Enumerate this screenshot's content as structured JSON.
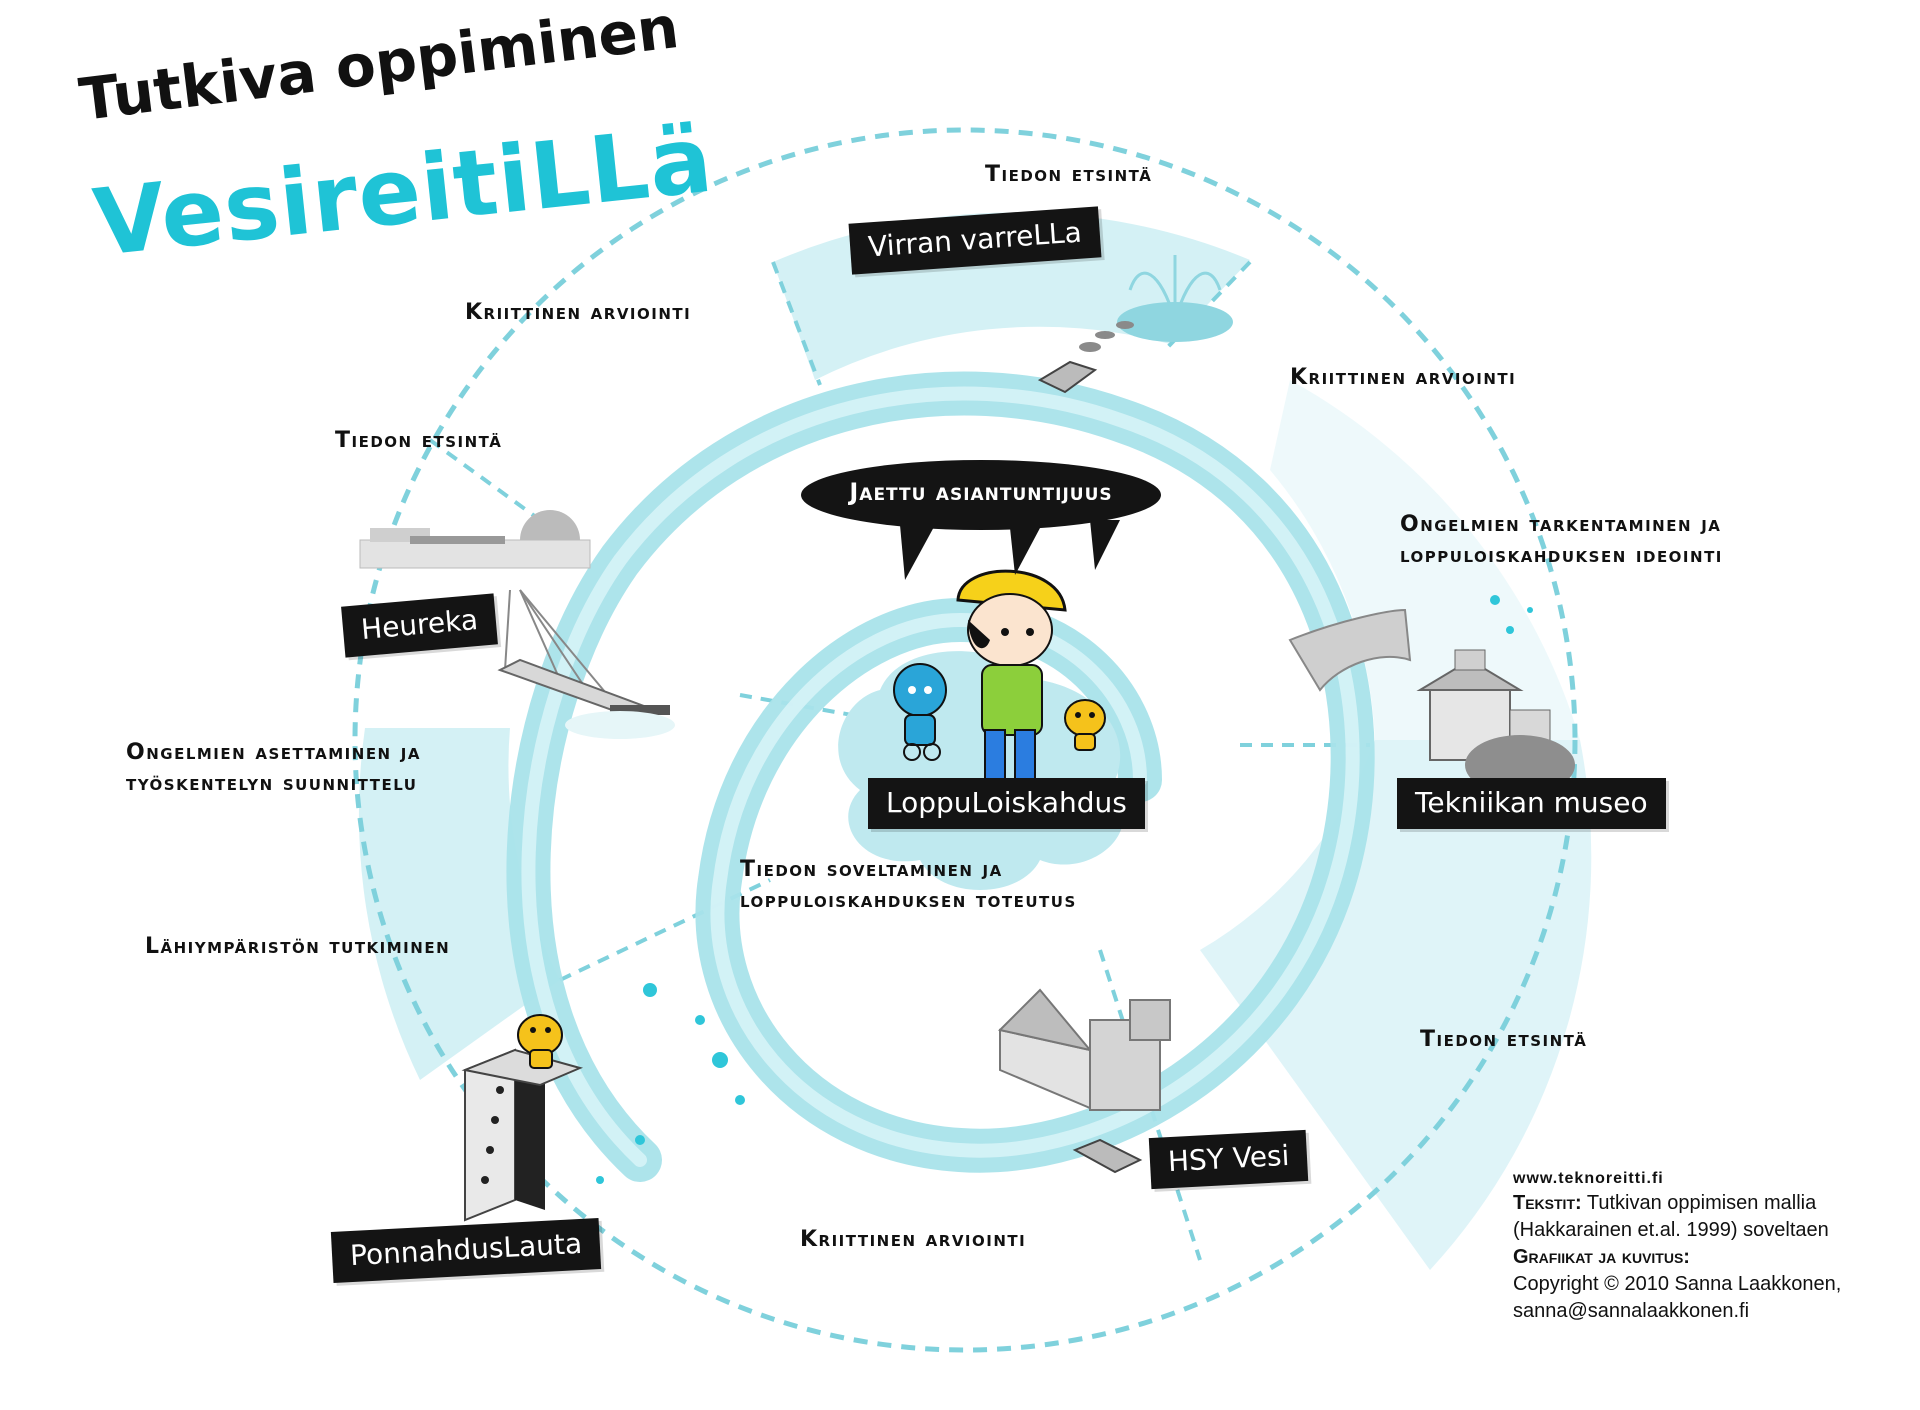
{
  "title": {
    "line1": "Tutkiva oppiminen",
    "line2": "VesireitiLLä"
  },
  "center_bubble": "Jaettu asiantuntijuus",
  "locations": [
    {
      "id": "virta",
      "label": "Virran varreLLa"
    },
    {
      "id": "heureka",
      "label": "Heureka"
    },
    {
      "id": "tekniikan",
      "label": "Tekniikan museo"
    },
    {
      "id": "center",
      "label": "LoppuLoiskahdus"
    },
    {
      "id": "hsy",
      "label": "HSY Vesi"
    },
    {
      "id": "ponnahdus",
      "label": "PonnahdusLauta"
    }
  ],
  "phases": {
    "tiedon_etsinta_top": "Tiedon etsintä",
    "kriittinen_top_left": "Kriittinen arviointi",
    "kriittinen_top_right": "Kriittinen arviointi",
    "tiedon_etsinta_left": "Tiedon etsintä",
    "ongelmien_tarkentaminen_1": "Ongelmien tarkentaminen ja",
    "ongelmien_tarkentaminen_2": "loppuloiskahduksen ideointi",
    "ongelmien_asettaminen_1": "Ongelmien asettaminen ja",
    "ongelmien_asettaminen_2": "työskentelyn suunnittelu",
    "tiedon_soveltaminen_1": "Tiedon soveltaminen ja",
    "tiedon_soveltaminen_2": "loppuloiskahduksen toteutus",
    "lahiymparisto": "Lähiympäristön tutkiminen",
    "tiedon_etsinta_right": "Tiedon etsintä",
    "kriittinen_bottom": "Kriittinen arviointi"
  },
  "credits": {
    "url": "www.teknoreitti.fi",
    "text_label": "Tekstit:",
    "text_line1": "Tutkivan oppimisen mallia",
    "text_line2": "(Hakkarainen et.al. 1999) soveltaen",
    "graphics_label": "Grafiikat ja kuvitus:",
    "copyright": "Copyright © 2010 Sanna Laakkonen,",
    "email": "sanna@sannalaakkonen.fi"
  },
  "colors": {
    "accent": "#1fc3d6",
    "water": "#a9e3ea",
    "ring_fill": "#dff4f7",
    "dash": "#7fd1dc",
    "tag_bg": "#141414"
  }
}
